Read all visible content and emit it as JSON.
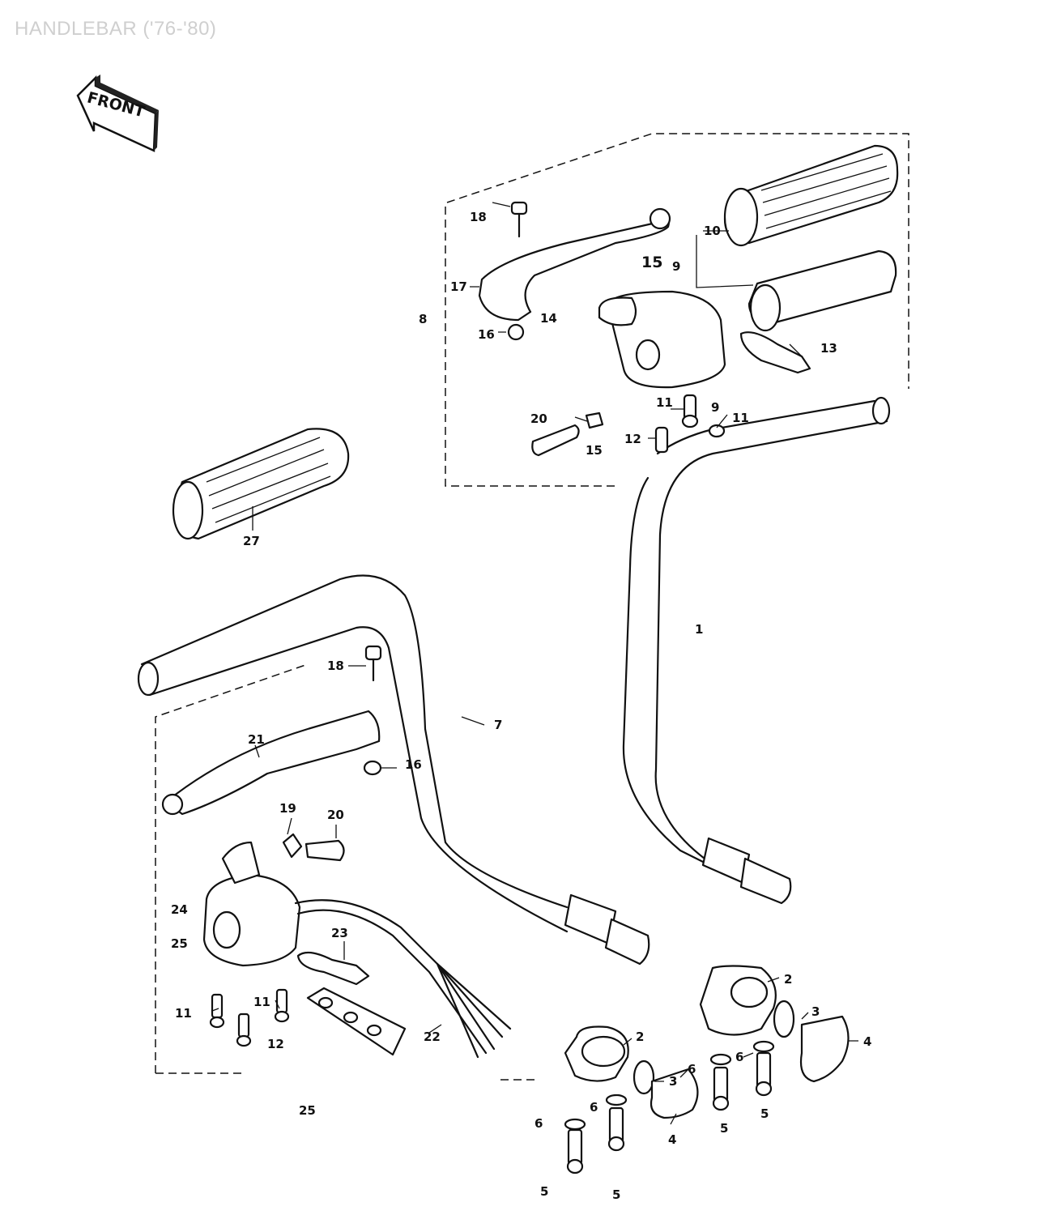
{
  "title": "HANDLEBAR ('76-'80)",
  "front_badge": "FRONT",
  "callouts": [
    {
      "id": "c1",
      "text": "1"
    },
    {
      "id": "c2a",
      "text": "2"
    },
    {
      "id": "c2b",
      "text": "2"
    },
    {
      "id": "c3a",
      "text": "3"
    },
    {
      "id": "c3b",
      "text": "3"
    },
    {
      "id": "c4a",
      "text": "4"
    },
    {
      "id": "c4b",
      "text": "4"
    },
    {
      "id": "c5a",
      "text": "5"
    },
    {
      "id": "c5b",
      "text": "5"
    },
    {
      "id": "c5c",
      "text": "5"
    },
    {
      "id": "c5d",
      "text": "5"
    },
    {
      "id": "c6a",
      "text": "6"
    },
    {
      "id": "c6b",
      "text": "6"
    },
    {
      "id": "c6c",
      "text": "6"
    },
    {
      "id": "c6d",
      "text": "6"
    },
    {
      "id": "c7",
      "text": "7"
    },
    {
      "id": "c8",
      "text": "8"
    },
    {
      "id": "c9a",
      "text": "9"
    },
    {
      "id": "c9b",
      "text": "9"
    },
    {
      "id": "c10",
      "text": "10"
    },
    {
      "id": "c11a",
      "text": "11"
    },
    {
      "id": "c11b",
      "text": "11"
    },
    {
      "id": "c11c",
      "text": "11"
    },
    {
      "id": "c11d",
      "text": "11"
    },
    {
      "id": "c12a",
      "text": "12"
    },
    {
      "id": "c12b",
      "text": "12"
    },
    {
      "id": "c13",
      "text": "13"
    },
    {
      "id": "c14",
      "text": "14"
    },
    {
      "id": "c15a",
      "text": "15"
    },
    {
      "id": "c15b",
      "text": "15"
    },
    {
      "id": "c16a",
      "text": "16"
    },
    {
      "id": "c16b",
      "text": "16"
    },
    {
      "id": "c17",
      "text": "17"
    },
    {
      "id": "c18a",
      "text": "18"
    },
    {
      "id": "c18b",
      "text": "18"
    },
    {
      "id": "c19",
      "text": "19"
    },
    {
      "id": "c20a",
      "text": "20"
    },
    {
      "id": "c20b",
      "text": "20"
    },
    {
      "id": "c21",
      "text": "21"
    },
    {
      "id": "c22",
      "text": "22"
    },
    {
      "id": "c23",
      "text": "23"
    },
    {
      "id": "c24",
      "text": "24"
    },
    {
      "id": "c25a",
      "text": "25"
    },
    {
      "id": "c25b",
      "text": "25"
    },
    {
      "id": "c27",
      "text": "27"
    }
  ]
}
